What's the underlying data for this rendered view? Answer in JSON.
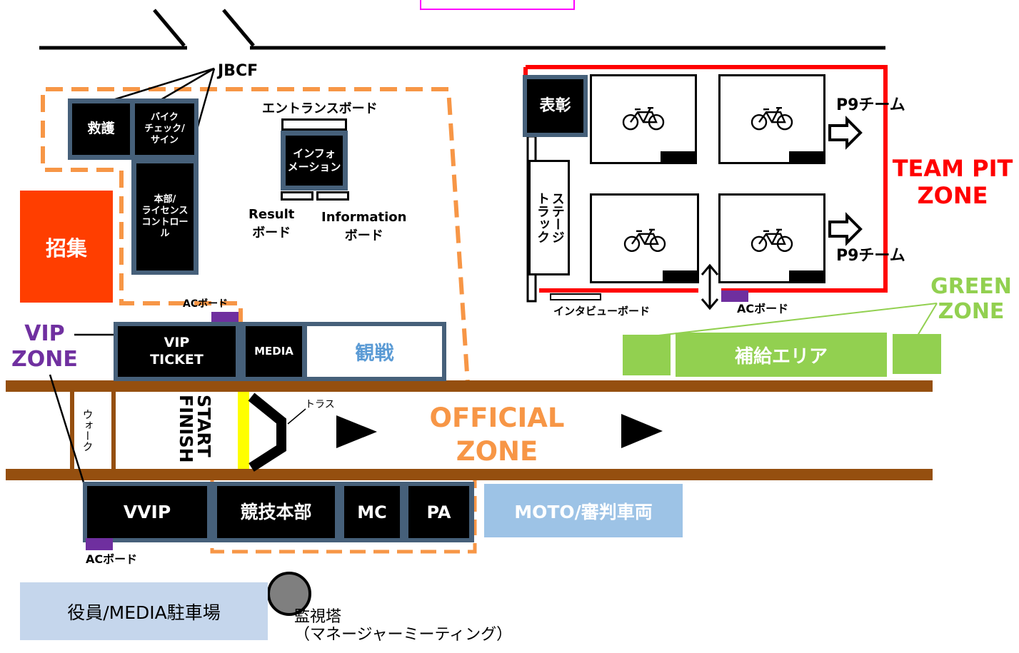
{
  "labels": {
    "jbcf": "JBCF",
    "kyugo": "救護",
    "bike_check": "バイク\nチェック/\nサイン",
    "honbu": "本部/\nライセンス\nコントロー\nル",
    "entrance_board": "エントランスボード",
    "info_booth": "インフォ\nメーション",
    "result_board": "Result\nボード",
    "information_board": "Information\nボード",
    "shoshu": "招集",
    "ac_board_top": "ACボード",
    "vip_zone": "VIP\nZONE",
    "vip_ticket": "VIP\nTICKET",
    "media": "MEDIA",
    "kansen": "観戦",
    "walk": "ウォーク",
    "start_finish": "START\nFINISH",
    "truss": "トラス",
    "official_zone": "OFFICIAL\nZONE",
    "vvip": "VVIP",
    "kyogi_honbu": "競技本部",
    "mc": "MC",
    "pa": "PA",
    "moto": "MOTO/審判車両",
    "ac_board_bottom": "ACボード",
    "parking": "役員/MEDIA駐車場",
    "watchtower": "監視塔\n（マネージャーミーティング）",
    "hyosho": "表彰",
    "stage_truck": "ステージ\nトラック",
    "p9_team_top": "P9チーム",
    "p9_team_bottom": "P9チーム",
    "team_pit_zone": "TEAM PIT\nZONE",
    "interview_board": "インタビューボード",
    "ac_board_pit": "ACボード",
    "green_zone": "GREEN\nZONE",
    "supply_area": "補給エリア"
  },
  "colors": {
    "orange_dash": "#f79646",
    "navy": "#46607a",
    "red": "#ff0000",
    "brown": "#954f0f",
    "green": "#92d050",
    "purple_text": "#7030a0",
    "purple_board": "#6f2f9f",
    "light_blue": "#9dc3e6",
    "parking_blue": "#c5d6ec",
    "kansen_blue": "#5b9bd5",
    "shoshu_red": "#ff3e00",
    "yellow": "#ffff00",
    "magenta": "#ff00ff"
  },
  "icons": {
    "bicycle": "bicycle-icon",
    "arrow": "play-arrow-icon"
  }
}
